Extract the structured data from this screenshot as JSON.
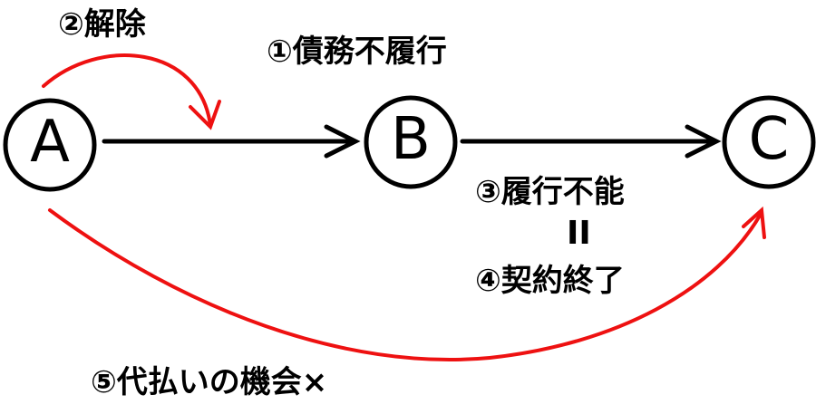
{
  "nodes": {
    "a": "A",
    "b": "B",
    "c": "C"
  },
  "labels": {
    "cancel": "②解除",
    "nonperformance": "①債務不履行",
    "impossibility": "③履行不能",
    "equals": "II",
    "contract_end": "④契約終了",
    "subrogation": "⑤代払いの機会×"
  },
  "colors": {
    "arrow": "#000000",
    "red_arrow": "#ee1111"
  }
}
